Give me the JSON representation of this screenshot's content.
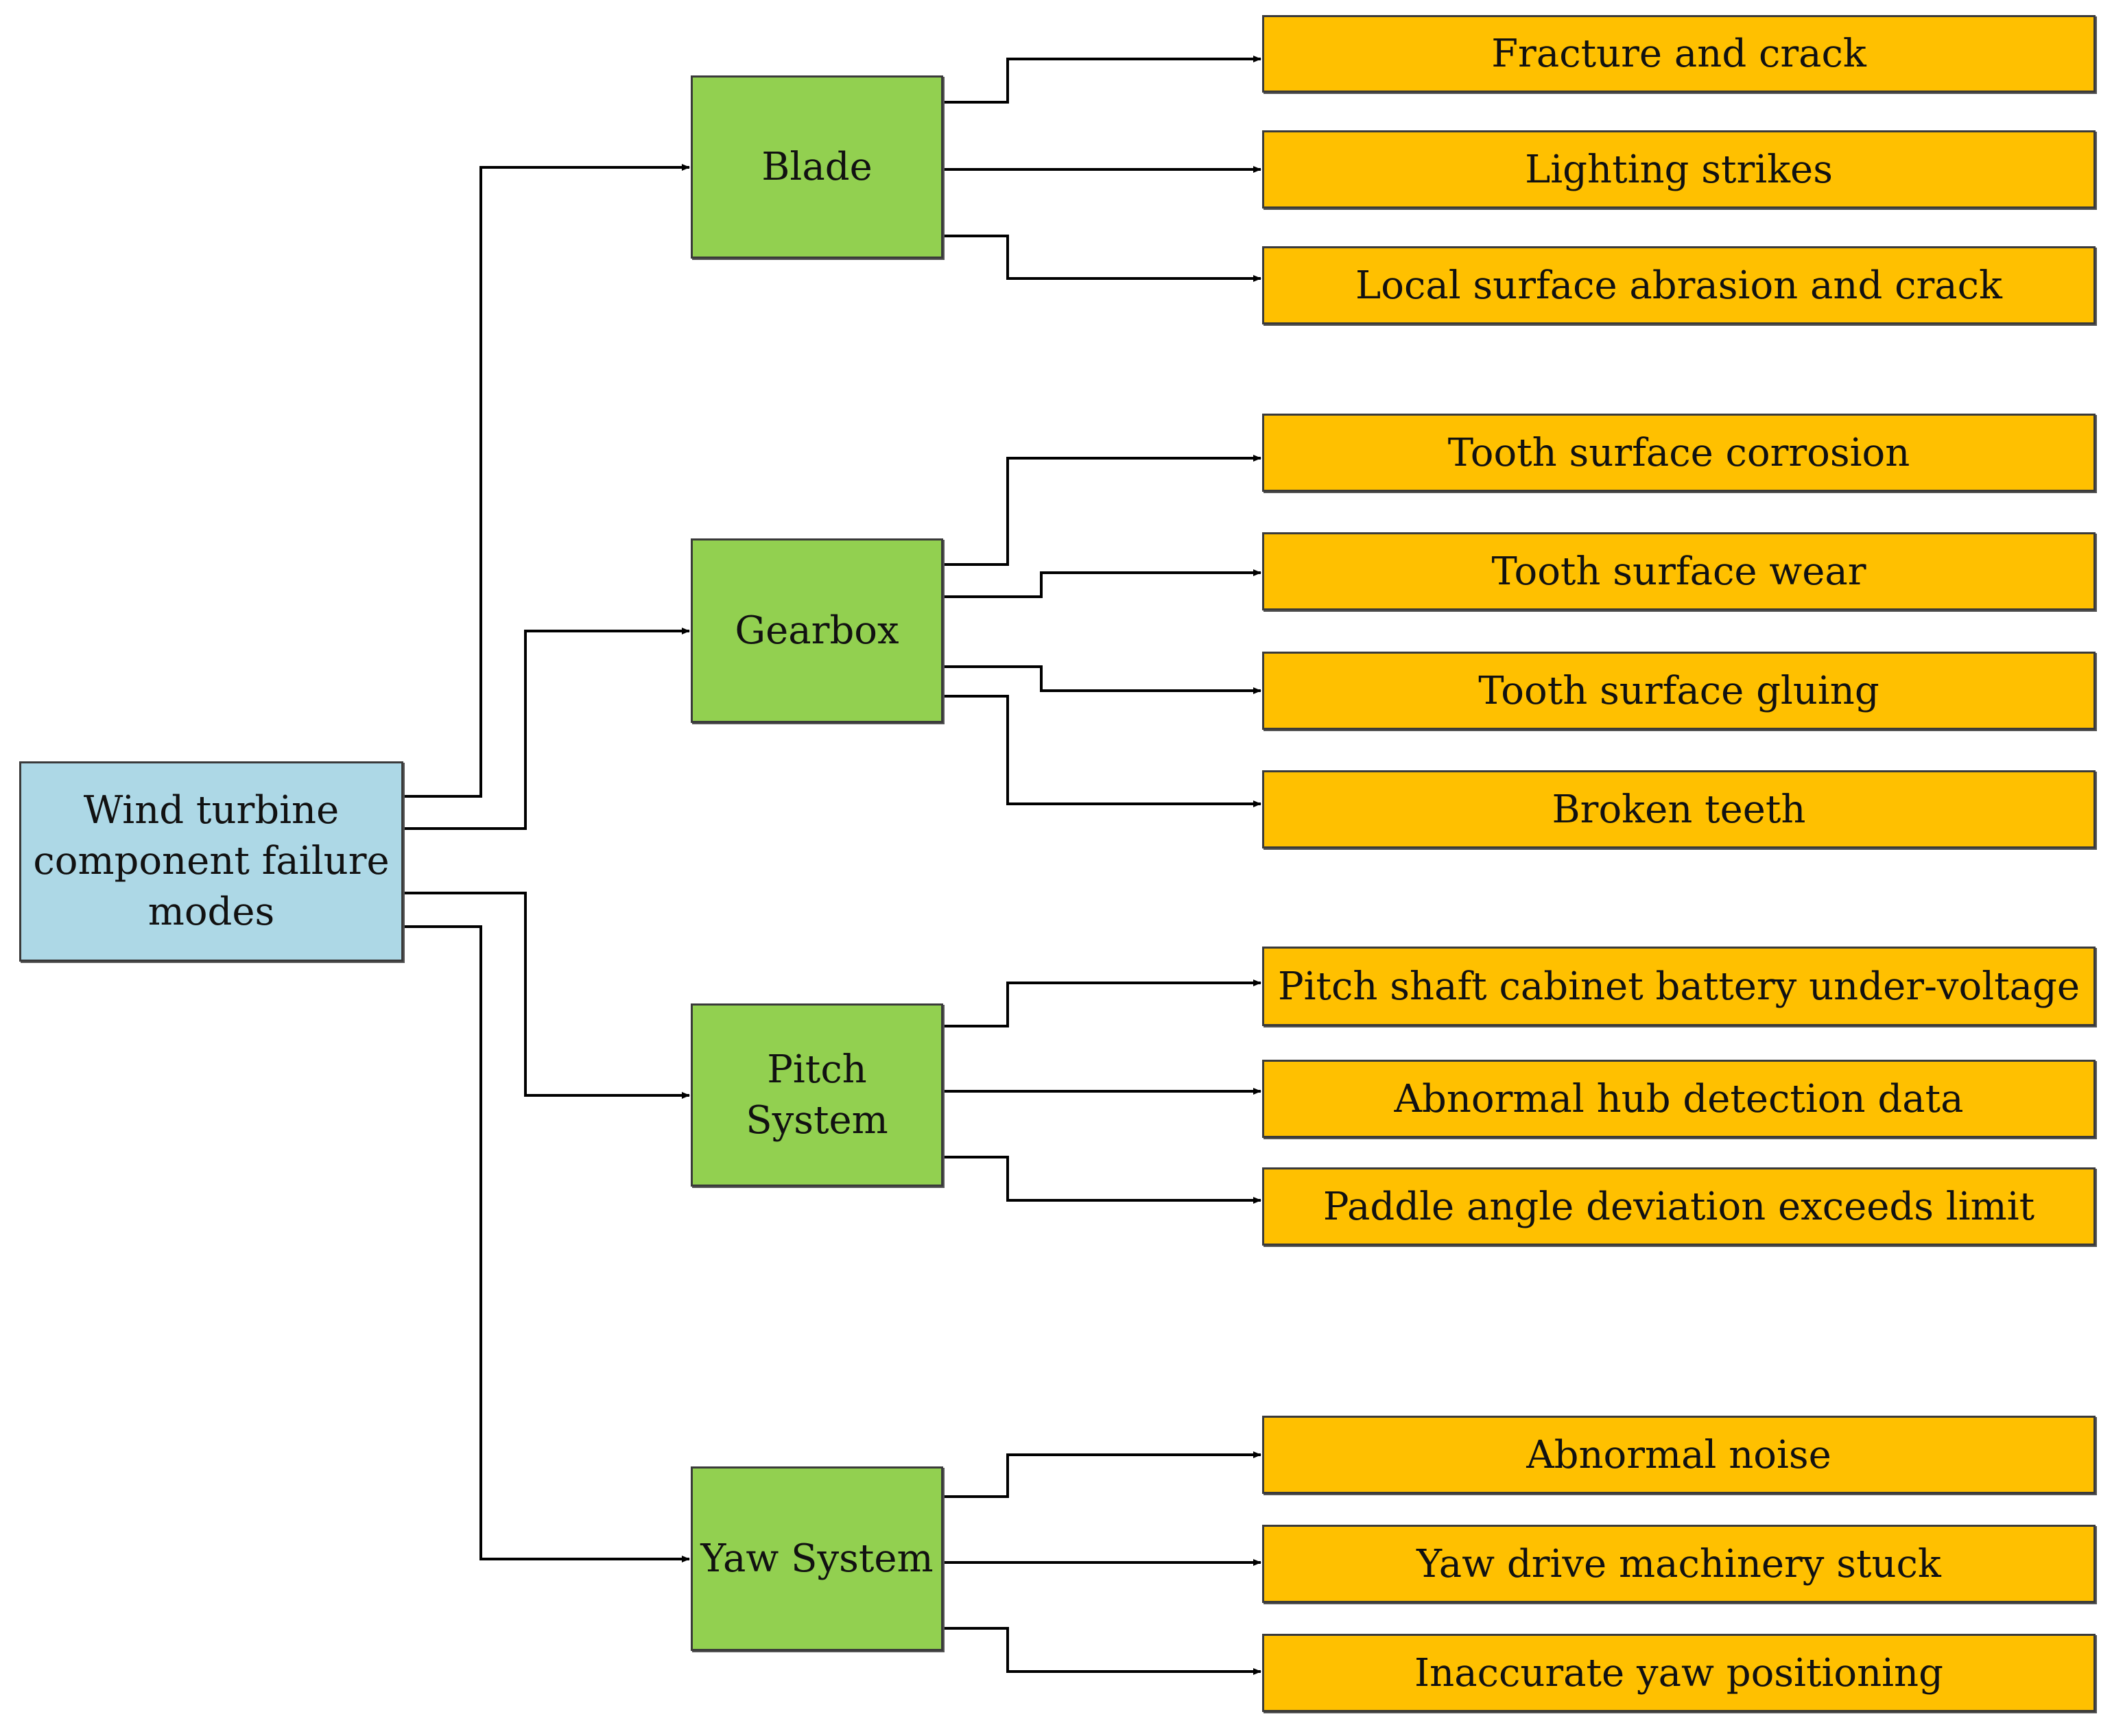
{
  "root": {
    "label": "Wind turbine\ncomponent failure\nmodes"
  },
  "colors": {
    "root": "#add8e6",
    "component": "#92d050",
    "mode": "#ffc000",
    "line": "#000000"
  },
  "components": [
    {
      "id": "blade",
      "label": "Blade",
      "modes": [
        "Fracture and crack",
        "Lighting strikes",
        "Local surface abrasion and crack"
      ]
    },
    {
      "id": "gearbox",
      "label": "Gearbox",
      "modes": [
        "Tooth surface corrosion",
        "Tooth surface wear",
        "Tooth surface gluing",
        "Broken teeth"
      ]
    },
    {
      "id": "pitch-system",
      "label": "Pitch\nSystem",
      "modes": [
        "Pitch shaft cabinet battery under-voltage",
        "Abnormal hub detection data",
        "Paddle angle deviation exceeds limit"
      ]
    },
    {
      "id": "yaw-system",
      "label": "Yaw System",
      "modes": [
        "Abnormal noise",
        "Yaw drive machinery stuck",
        "Inaccurate yaw positioning"
      ]
    }
  ]
}
